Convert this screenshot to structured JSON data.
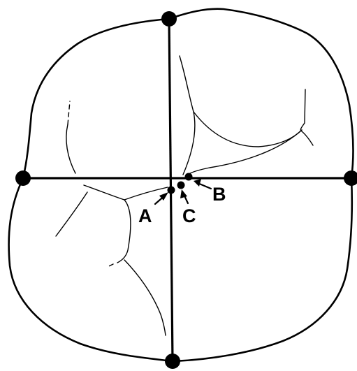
{
  "figure": {
    "labels": {
      "a": "A",
      "b": "B",
      "c": "C"
    },
    "colors": {
      "ink": "#000000",
      "background": "#ffffff"
    }
  }
}
